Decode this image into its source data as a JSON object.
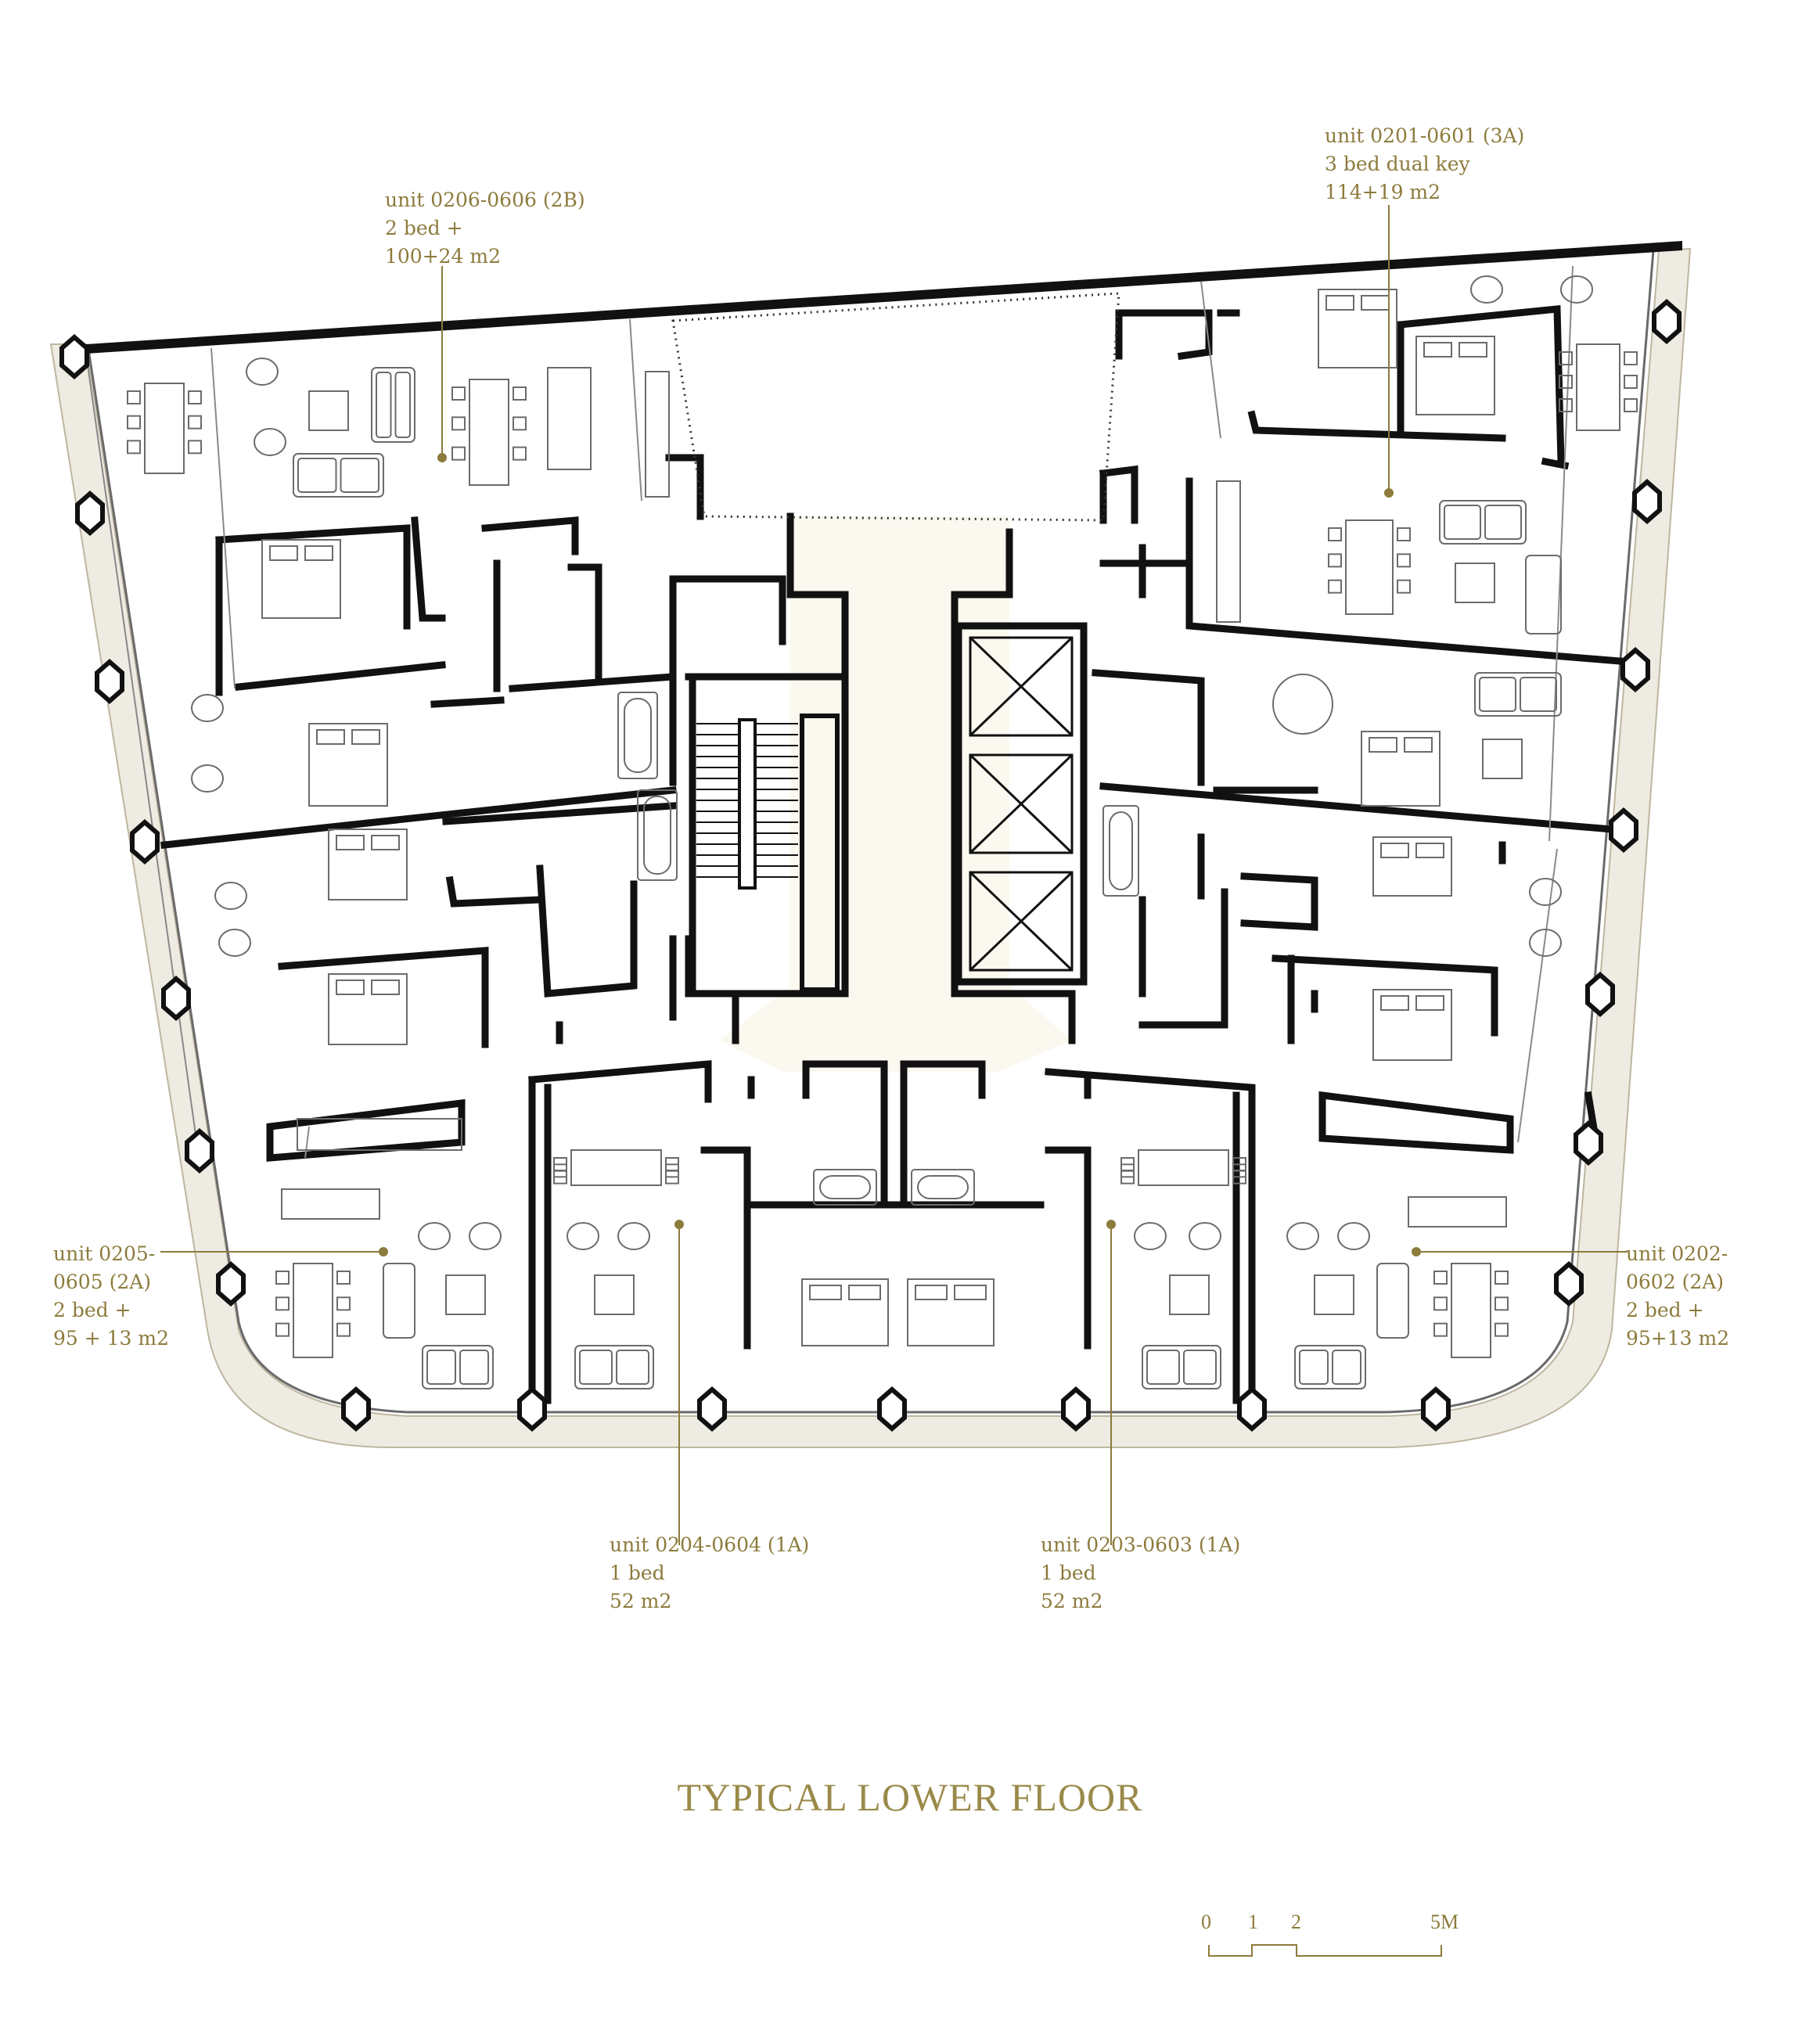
{
  "title": "TYPICAL LOWER FLOOR",
  "units": [
    {
      "id": "u0201",
      "lines": [
        "unit 0201-0601 (3A)",
        "3 bed dual key",
        "114+19 m2"
      ]
    },
    {
      "id": "u0206",
      "lines": [
        "unit 0206-0606 (2B)",
        "2 bed +",
        "100+24 m2"
      ]
    },
    {
      "id": "u0205",
      "lines": [
        "unit 0205-",
        "0605 (2A)",
        "2 bed +",
        "95 + 13 m2"
      ]
    },
    {
      "id": "u0202",
      "lines": [
        "unit 0202-",
        "0602 (2A)",
        "2 bed +",
        "95+13 m2"
      ]
    },
    {
      "id": "u0204",
      "lines": [
        "unit 0204-0604 (1A)",
        "1 bed",
        "52 m2"
      ]
    },
    {
      "id": "u0203",
      "lines": [
        "unit 0203-0603 (1A)",
        "1 bed",
        "52 m2"
      ]
    }
  ],
  "scale_bar": {
    "ticks": [
      "0",
      "1",
      "2",
      "5M"
    ]
  },
  "colors": {
    "accent": "#8c7b3c",
    "wall": "#111111",
    "furniture": "#6b6b6b",
    "balcony": "#eeebe2",
    "core": "#fbf8ef"
  }
}
